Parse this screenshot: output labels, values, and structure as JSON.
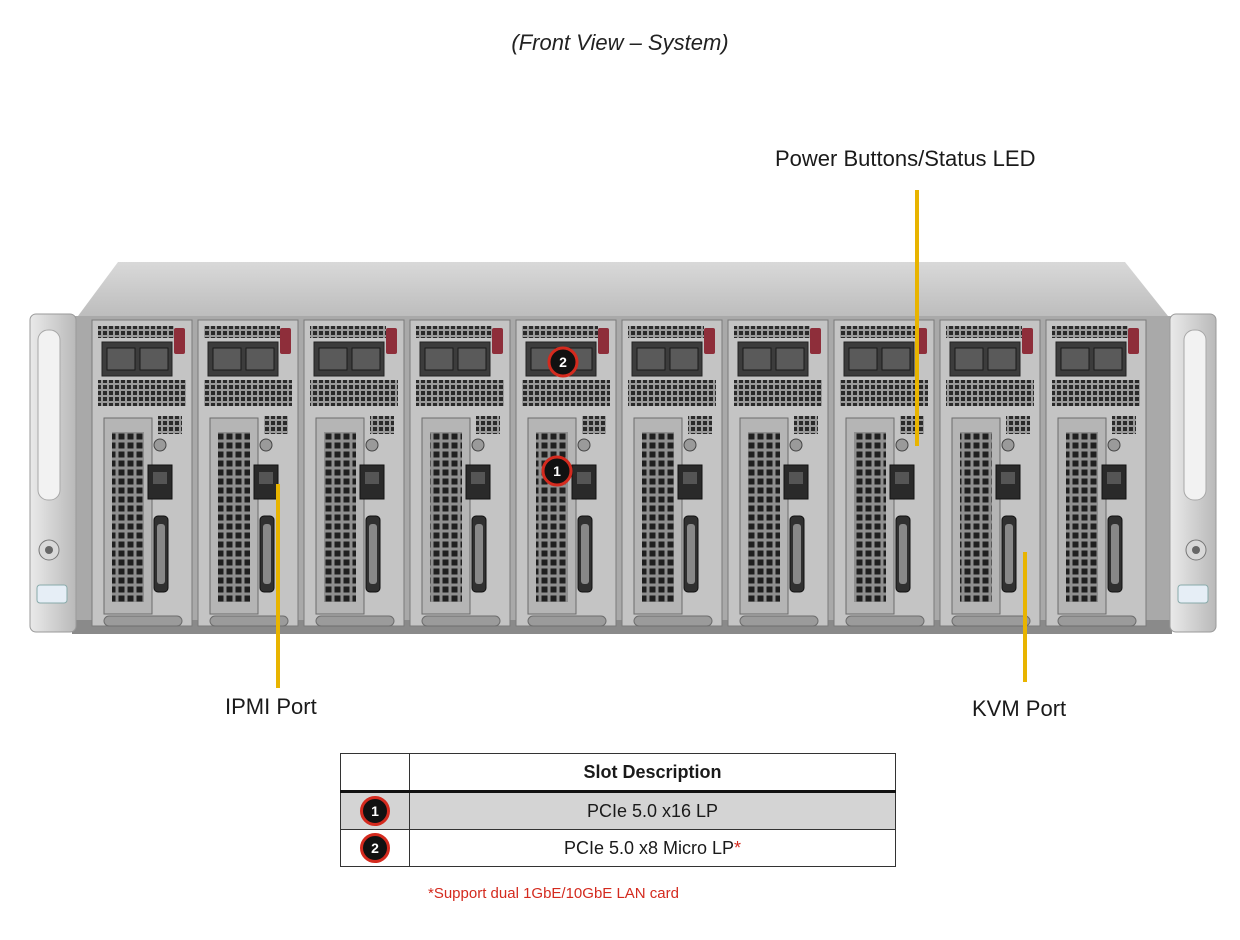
{
  "caption": "(Front View – System)",
  "callouts": {
    "power": "Power Buttons/Status LED",
    "ipmi": "IPMI Port",
    "kvm": "KVM Port"
  },
  "badges": {
    "one": "1",
    "two": "2"
  },
  "table": {
    "header": "Slot Description",
    "rows": [
      {
        "num": "1",
        "desc": "PCIe 5.0 x16 LP",
        "note": ""
      },
      {
        "num": "2",
        "desc": "PCIe 5.0 x8 Micro LP",
        "note": "*"
      }
    ]
  },
  "footnote": "*Support dual 1GbE/10GbE LAN card",
  "colors": {
    "callout_line": "#e8b400",
    "badge_ring": "#d42a1e",
    "chassis": "#c8c8c8"
  },
  "node_count": 10
}
